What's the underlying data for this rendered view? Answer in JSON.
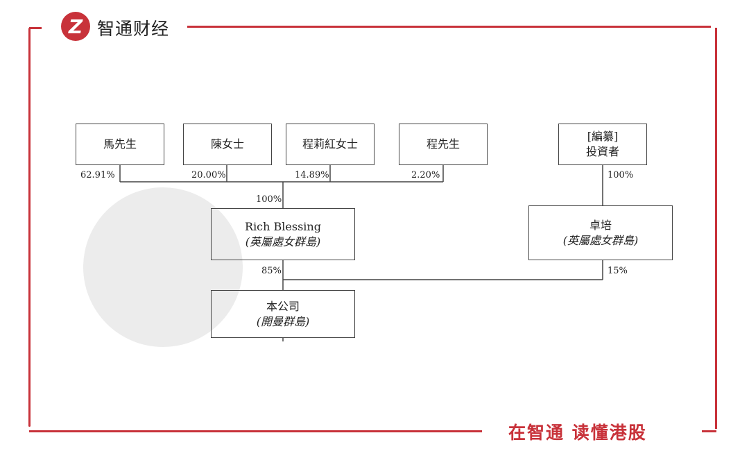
{
  "brand": {
    "name": "智通财经",
    "logo_letter": "Z",
    "slogan": "在智通 读懂港股",
    "accent": "#c8323a"
  },
  "diagram": {
    "shareholders": [
      {
        "name": "馬先生",
        "percent": "62.91%"
      },
      {
        "name": "陳女士",
        "percent": "20.00%"
      },
      {
        "name": "程莉紅女士",
        "percent": "14.89%"
      },
      {
        "name": "程先生",
        "percent": "2.20%"
      }
    ],
    "investor": {
      "line1": "[編纂]",
      "line2": "投資者",
      "percent": "100%"
    },
    "rich_blessing": {
      "name": "Rich Blessing",
      "jurisdiction": "(英屬處女群島)",
      "percent_in": "100%",
      "percent_out": "85%"
    },
    "zhuopei": {
      "name": "卓培",
      "jurisdiction": "(英屬處女群島)",
      "percent_out": "15%"
    },
    "company": {
      "name": "本公司",
      "jurisdiction": "(開曼群島)"
    }
  }
}
